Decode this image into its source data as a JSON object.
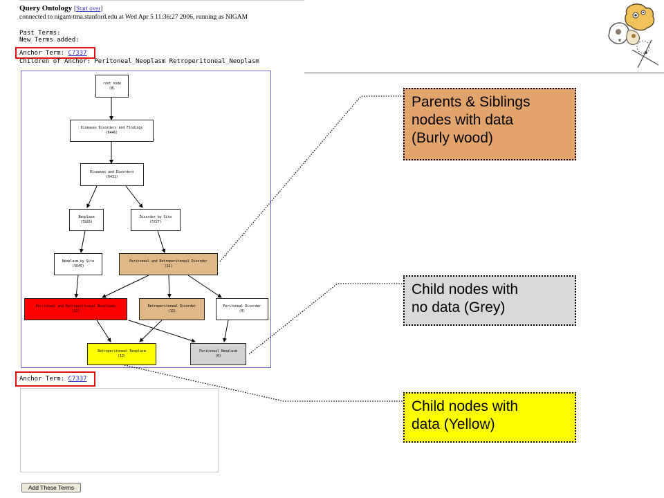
{
  "header": {
    "title": "Query Ontology",
    "start_over_open": "[",
    "start_over_label": "Start over",
    "start_over_close": "]",
    "connection_text": "connected to nigam-tma.stanford.edu at Wed Apr 5 11:36:27 2006, running as NIGAM"
  },
  "terms": {
    "past_terms": "Past Terms:",
    "new_terms": "New Terms added:",
    "anchor_label": "Anchor Term:",
    "anchor_code": "C7337",
    "children_label": "Children of Anchor:",
    "children_values": "Peritoneal_Neoplasm Retroperitoneal_Neoplasm"
  },
  "graph": {
    "nodes": [
      {
        "id": "root",
        "name": "root node",
        "count": "(0)"
      },
      {
        "id": "ddf",
        "name": "Diseases Disorders and Findings",
        "count": "(6446)"
      },
      {
        "id": "dd",
        "name": "Diseases and Disorders",
        "count": "(6431)"
      },
      {
        "id": "neo",
        "name": "Neoplasm",
        "count": "(5928)"
      },
      {
        "id": "dbs",
        "name": "Disorder by Site",
        "count": "(5727)"
      },
      {
        "id": "nbs",
        "name": "Neoplasm by Site",
        "count": "(5645)"
      },
      {
        "id": "prd",
        "name": "Peritoneal and Retroperitoneal Disorder",
        "count": "(12)"
      },
      {
        "id": "prn",
        "name": "Peritoneal and Retroperitoneal Neoplasms",
        "count": "(12)"
      },
      {
        "id": "rd",
        "name": "Retroperitoneal Disorder",
        "count": "(12)"
      },
      {
        "id": "pd",
        "name": "Peritoneal Disorder",
        "count": "(0)"
      },
      {
        "id": "rn",
        "name": "Retroperitoneal Neoplasm",
        "count": "(12)"
      },
      {
        "id": "pn",
        "name": "Peritoneal Neoplasm",
        "count": "(0)"
      }
    ]
  },
  "bottom": {
    "anchor_label": "Anchor Term:",
    "anchor_code": "C7337",
    "add_button": "Add These Terms"
  },
  "callouts": {
    "burly": {
      "lines": [
        "Parents & Siblings",
        "nodes with data",
        "(Burly wood)"
      ],
      "color": "#e3a46c"
    },
    "grey": {
      "lines": [
        "Child nodes with",
        "no data (Grey)"
      ],
      "color": "#d9d9d9"
    },
    "yellow": {
      "lines": [
        "Child nodes with",
        "data (Yellow)"
      ],
      "color": "#ffff00"
    }
  },
  "colors": {
    "burlywood": "#deb887",
    "red": "#ff0000",
    "yellow": "#ffff00",
    "grey": "#d3d3d3",
    "highlight_box": "#e01010",
    "link": "#3333cc"
  },
  "logo": {
    "icon": "mascot-logo-icon"
  }
}
